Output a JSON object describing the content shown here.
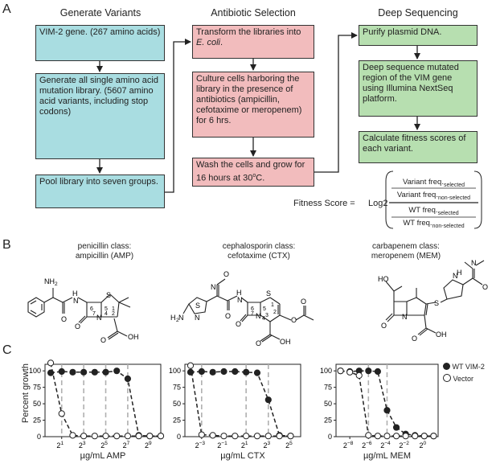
{
  "panel_a": {
    "letter": "A",
    "columns": [
      {
        "title": "Generate Variants"
      },
      {
        "title": "Antibiotic Selection"
      },
      {
        "title": "Deep Sequencing"
      }
    ],
    "boxes": {
      "b1": "VIM-2 gene. (267 amino acids)",
      "b2": "Generate all single amino acid mutation library. (5607 amino acid variants, including stop codons)",
      "b3": "Pool library into seven groups.",
      "r1a": "Transform the libraries into ",
      "r1b": "E. coli",
      "r1c": ".",
      "r2": "Culture cells harboring the library in the presence of antibiotics (ampicillin, cefotaxime or meropenem) for 6 hrs.",
      "r3a": "Wash the cells and grow for 16 hours at 30",
      "r3b": "o",
      "r3c": "C.",
      "g1": "Purify plasmid DNA.",
      "g2": "Deep sequence mutated region of the VIM gene using Illumina NextSeq platform.",
      "g3": "Calculate fitness scores of each variant."
    },
    "equation": {
      "lhs": "Fitness Score =",
      "log": "Log2",
      "num_top": "Variant freq.",
      "num_top_sub": "selected",
      "num_bot": "Variant freq.",
      "num_bot_sub": "non-selected",
      "den_top": "WT freq.",
      "den_top_sub": "selected",
      "den_bot": "WT freq.",
      "den_bot_sub": "non-selected"
    }
  },
  "panel_b": {
    "letter": "B",
    "drugs": [
      {
        "class": "penicillin class:",
        "name": "ampicillin (AMP)"
      },
      {
        "class": "cephalosporin class:",
        "name": "cefotaxime (CTX)"
      },
      {
        "class": "carbapenem class:",
        "name": "meropenem (MEM)"
      }
    ],
    "atoms": {
      "nh2": "NH",
      "nh2_sub": "2",
      "h2n": "H",
      "h2n_sub": "2",
      "h2n_n": "N",
      "h": "H",
      "n": "N",
      "o": "O",
      "s": "S",
      "oh": "OH",
      "ho": "HO"
    }
  },
  "panel_c": {
    "letter": "C",
    "ylabel": "Percent growth",
    "legend": [
      {
        "name": "WT VIM-2",
        "filled": true
      },
      {
        "name": "Vector",
        "filled": false
      }
    ],
    "colors": {
      "line": "#222222",
      "dashed_ref": "#b0b0b0"
    }
  },
  "chart_data": [
    {
      "type": "line",
      "xlabel": "µg/mL AMP",
      "ylabel": "Percent growth",
      "x_scale": "log2",
      "xticks": [
        {
          "base": "2",
          "exp": "1",
          "x": 2
        },
        {
          "base": "2",
          "exp": "3",
          "x": 8
        },
        {
          "base": "2",
          "exp": "5",
          "x": 32
        },
        {
          "base": "2",
          "exp": "7",
          "x": 128
        },
        {
          "base": "2",
          "exp": "9",
          "x": 512
        }
      ],
      "yticks": [
        0,
        25,
        50,
        75,
        100
      ],
      "ylim": [
        0,
        110
      ],
      "xlim": [
        0.7,
        1024
      ],
      "reference_lines": [
        2,
        8,
        32,
        128
      ],
      "series": [
        {
          "name": "WT VIM-2",
          "x": [
            1,
            2,
            4,
            8,
            16,
            32,
            64,
            128,
            256,
            512,
            1024
          ],
          "values": [
            97,
            99,
            98,
            98,
            98,
            98,
            100,
            88,
            2,
            1,
            1
          ]
        },
        {
          "name": "Vector",
          "x": [
            1,
            2,
            4,
            8,
            16,
            32,
            64,
            128,
            256,
            512,
            1024
          ],
          "values": [
            112,
            35,
            2,
            1,
            1,
            1,
            1,
            1,
            1,
            1,
            1
          ]
        }
      ]
    },
    {
      "type": "line",
      "xlabel": "µg/mL CTX",
      "ylabel": "Percent growth",
      "x_scale": "log2",
      "xticks": [
        {
          "base": "2",
          "exp": "−3",
          "x": 0.125
        },
        {
          "base": "2",
          "exp": "−1",
          "x": 0.5
        },
        {
          "base": "2",
          "exp": "1",
          "x": 2
        },
        {
          "base": "2",
          "exp": "3",
          "x": 8
        },
        {
          "base": "2",
          "exp": "5",
          "x": 32
        }
      ],
      "yticks": [
        0,
        25,
        50,
        75,
        100
      ],
      "ylim": [
        0,
        110
      ],
      "xlim": [
        0.044,
        60
      ],
      "reference_lines": [
        0.125,
        2,
        8
      ],
      "series": [
        {
          "name": "WT VIM-2",
          "x": [
            0.0625,
            0.125,
            0.25,
            0.5,
            1,
            2,
            4,
            8,
            16,
            32
          ],
          "values": [
            98,
            99,
            98,
            99,
            99,
            98,
            97,
            56,
            2,
            1
          ]
        },
        {
          "name": "Vector",
          "x": [
            0.0625,
            0.125,
            0.25,
            0.5,
            1,
            2,
            4,
            8,
            16,
            32
          ],
          "values": [
            108,
            3,
            2,
            1,
            1,
            1,
            1,
            1,
            1,
            1
          ]
        }
      ]
    },
    {
      "type": "line",
      "xlabel": "µg/mL MEM",
      "ylabel": "Percent growth",
      "x_scale": "log2",
      "xticks": [
        {
          "base": "2",
          "exp": "−8",
          "x": 0.00390625
        },
        {
          "base": "2",
          "exp": "−6",
          "x": 0.015625
        },
        {
          "base": "2",
          "exp": "−4",
          "x": 0.0625
        },
        {
          "base": "2",
          "exp": "−2",
          "x": 0.25
        },
        {
          "base": "2",
          "exp": "0",
          "x": 1
        }
      ],
      "yticks": [
        0,
        25,
        50,
        75,
        100
      ],
      "ylim": [
        0,
        110
      ],
      "xlim": [
        0.0014,
        2.8
      ],
      "reference_lines": [
        0.015625,
        0.0625
      ],
      "series": [
        {
          "name": "WT VIM-2",
          "x": [
            0.001953125,
            0.00390625,
            0.0078125,
            0.015625,
            0.03125,
            0.0625,
            0.125,
            0.25,
            0.5,
            1,
            2
          ],
          "values": [
            100,
            99,
            100,
            100,
            99,
            40,
            14,
            4,
            2,
            1,
            1
          ]
        },
        {
          "name": "Vector",
          "x": [
            0.001953125,
            0.00390625,
            0.0078125,
            0.015625,
            0.03125,
            0.0625,
            0.125,
            0.25,
            0.5,
            1,
            2
          ],
          "values": [
            100,
            98,
            93,
            2,
            1,
            1,
            1,
            1,
            1,
            1,
            1
          ]
        }
      ]
    }
  ]
}
